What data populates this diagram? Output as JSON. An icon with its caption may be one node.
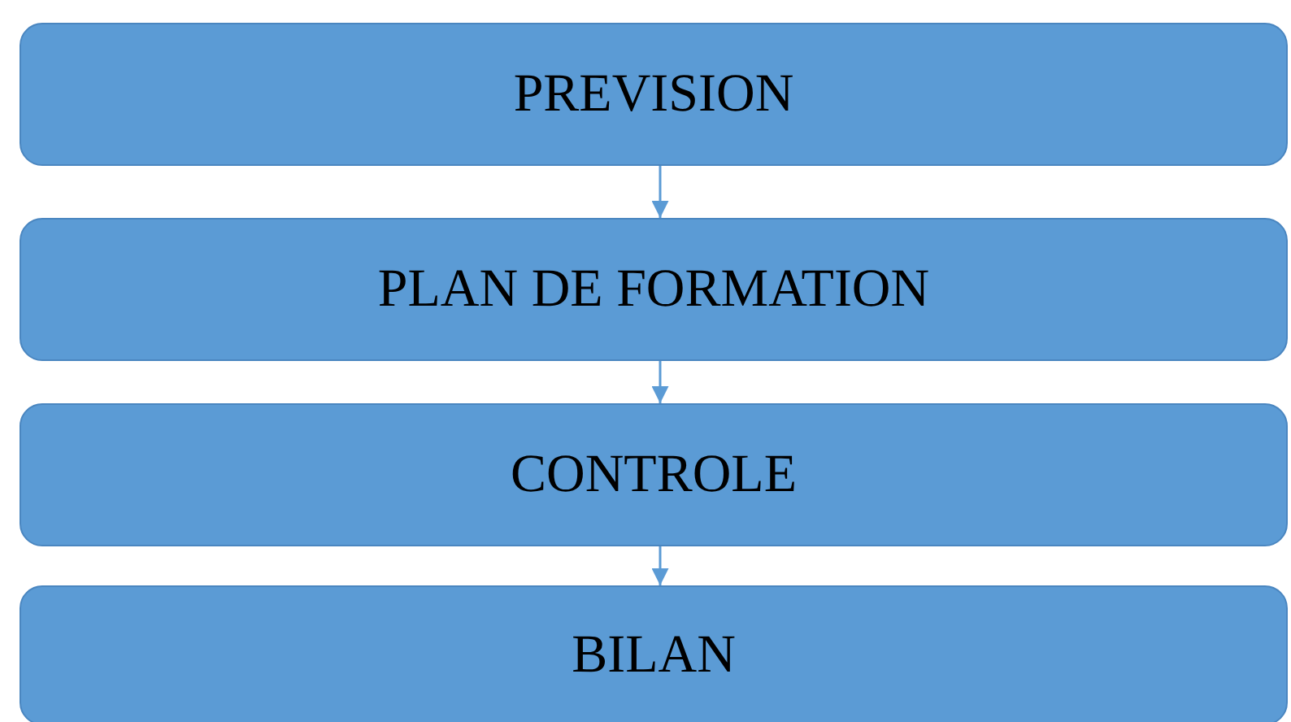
{
  "diagram": {
    "nodes": [
      {
        "text": [
          "PREVISION"
        ]
      },
      {
        "text": [
          "PLAN DE FORMATION"
        ]
      },
      {
        "text": [
          "CONTROLE"
        ]
      },
      {
        "text": [
          "BILAN"
        ]
      }
    ],
    "edges": [
      {
        "from": 0,
        "to": 1,
        "arrow": "to"
      },
      {
        "from": 1,
        "to": 2,
        "arrow": "to"
      },
      {
        "from": 2,
        "to": 3,
        "arrow": "to"
      }
    ]
  }
}
